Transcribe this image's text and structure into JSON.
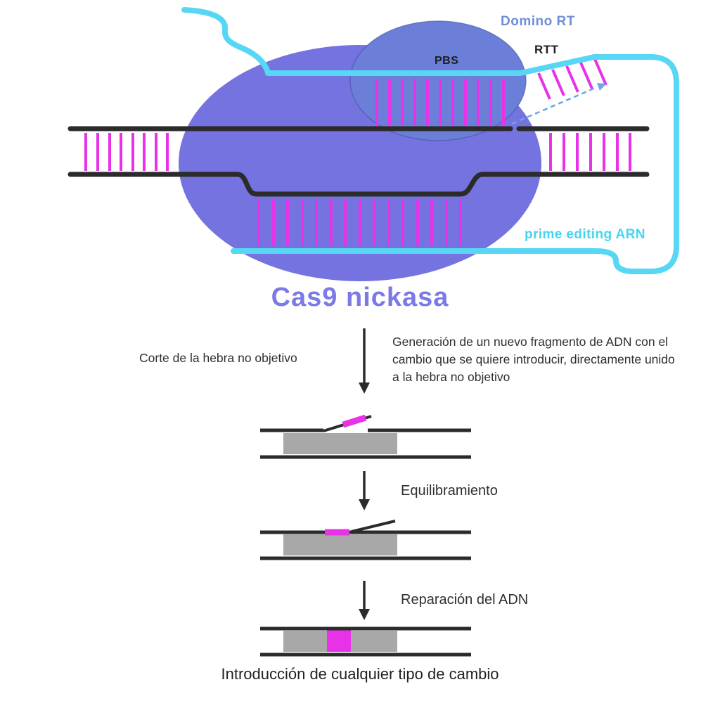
{
  "labels": {
    "domino_rt": "Domino RT",
    "rtt": "RTT",
    "pbs": "PBS",
    "prime_editing_arn": "prime editing ARN",
    "cas9": "Cas9 nickasa"
  },
  "steps": {
    "step1_left": "Corte de la hebra no objetivo",
    "step1_right": "Generación de un nuevo fragmento de ADN con el cambio que se quiere introducir, directamente unido a la hebra no objetivo",
    "step2": "Equilibramiento",
    "step3": "Reparación del ADN",
    "caption": "Introducción de cualquier tipo de cambio"
  },
  "colors": {
    "cas9_body": "#7473DF",
    "rt_domain": "#6B7ED8",
    "base_pair_magenta": "#E832E8",
    "peg_rna_cyan": "#57D7F4",
    "new_dna_dashed_blue": "#69A7E6",
    "dna_strand_black": "#2B2B2B",
    "dna_gray": "#A8A8A8",
    "title_purple": "#7B7AE6",
    "label_blue": "#6F8ED9"
  }
}
